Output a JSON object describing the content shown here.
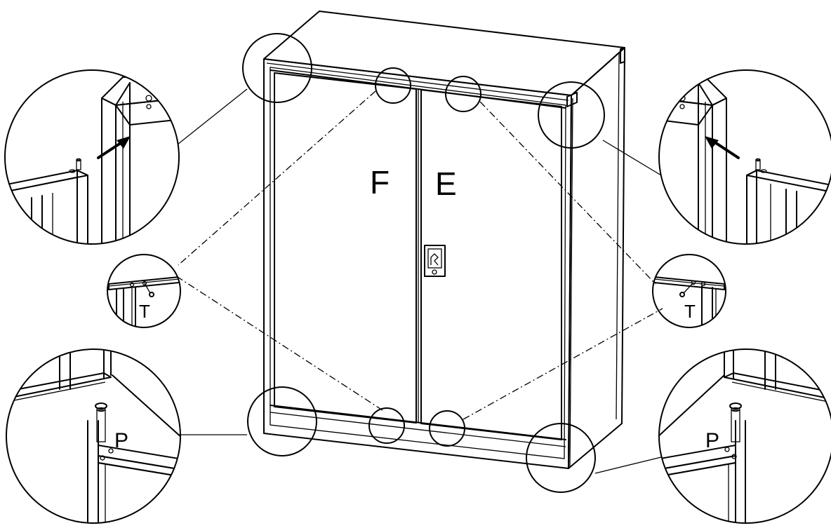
{
  "labels": {
    "door_left": "F",
    "door_right": "E",
    "detail_left_mid": "T",
    "detail_right_mid": "T",
    "detail_left_bottom": "P",
    "detail_right_bottom": "P"
  },
  "colors": {
    "line": "#000000",
    "background": "#ffffff"
  }
}
